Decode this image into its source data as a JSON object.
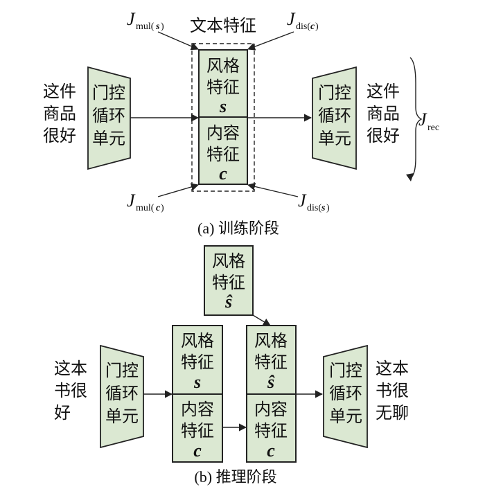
{
  "training": {
    "caption": "(a) 训练阶段",
    "text_feature_label": "文本特征",
    "input_text": [
      "这件",
      "商品",
      "很好"
    ],
    "output_text": [
      "这件",
      "商品",
      "很好"
    ],
    "encoder_label": [
      "门控",
      "循环",
      "单元"
    ],
    "decoder_label": [
      "门控",
      "循环",
      "单元"
    ],
    "style_box": {
      "line1": "风格",
      "line2": "特征",
      "symbol": "s"
    },
    "content_box": {
      "line1": "内容",
      "line2": "特征",
      "symbol": "c"
    },
    "losses": {
      "mul_s": {
        "main": "J",
        "sub": "mul(",
        "arg": "s",
        "close": ")"
      },
      "dis_c": {
        "main": "J",
        "sub": "dis(",
        "arg": "c",
        "close": ")"
      },
      "mul_c": {
        "main": "J",
        "sub": "mul(",
        "arg": "c",
        "close": ")"
      },
      "dis_s": {
        "main": "J",
        "sub": "dis(",
        "arg": "s",
        "close": ")"
      },
      "rec": {
        "main": "J",
        "sub": "rec"
      }
    }
  },
  "inference": {
    "caption": "(b) 推理阶段",
    "input_text": [
      "这本",
      "书很",
      "好"
    ],
    "output_text": [
      "这本",
      "书很",
      "无聊"
    ],
    "encoder_label": [
      "门控",
      "循环",
      "单元"
    ],
    "decoder_label": [
      "门控",
      "循环",
      "单元"
    ],
    "target_style_box": {
      "line1": "风格",
      "line2": "特征",
      "symbol": "ŝ"
    },
    "orig_style_box": {
      "line1": "风格",
      "line2": "特征",
      "symbol": "s"
    },
    "orig_content_box": {
      "line1": "内容",
      "line2": "特征",
      "symbol": "c"
    },
    "new_style_box": {
      "line1": "风格",
      "line2": "特征",
      "symbol": "ŝ"
    },
    "new_content_box": {
      "line1": "内容",
      "line2": "特征",
      "symbol": "c"
    }
  },
  "colors": {
    "box_fill": "#dbe8d2",
    "stroke": "#222222"
  }
}
